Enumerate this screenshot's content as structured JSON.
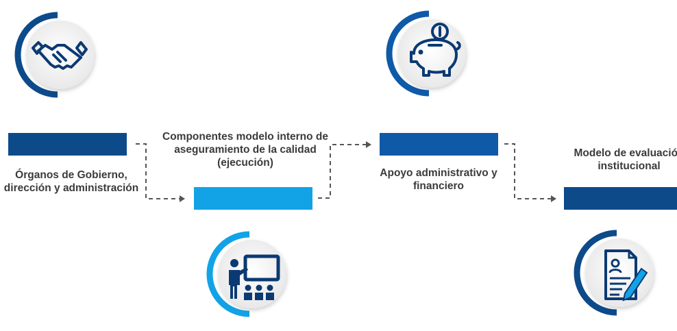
{
  "title_fragment": "",
  "steps": [
    {
      "label": "Órganos de Gobierno, dirección y administración",
      "color": "#0d4a8a",
      "icon": "handshake-icon"
    },
    {
      "label": "Componentes modelo interno de aseguramiento de la calidad (ejecución)",
      "color": "#12a2e6",
      "icon": "classroom-teacher-icon"
    },
    {
      "label": "Apoyo administrativo y financiero",
      "color": "#0f5aa8",
      "icon": "piggy-bank-icon"
    },
    {
      "label": "Modelo de evaluación institucional",
      "color": "#0d4a8a",
      "icon": "document-edit-icon"
    }
  ],
  "colors": {
    "ring_dark": "#0d4a8a",
    "ring_light": "#12a2e6",
    "icon_dark": "#0b3a73",
    "text": "#3b3b3b"
  }
}
